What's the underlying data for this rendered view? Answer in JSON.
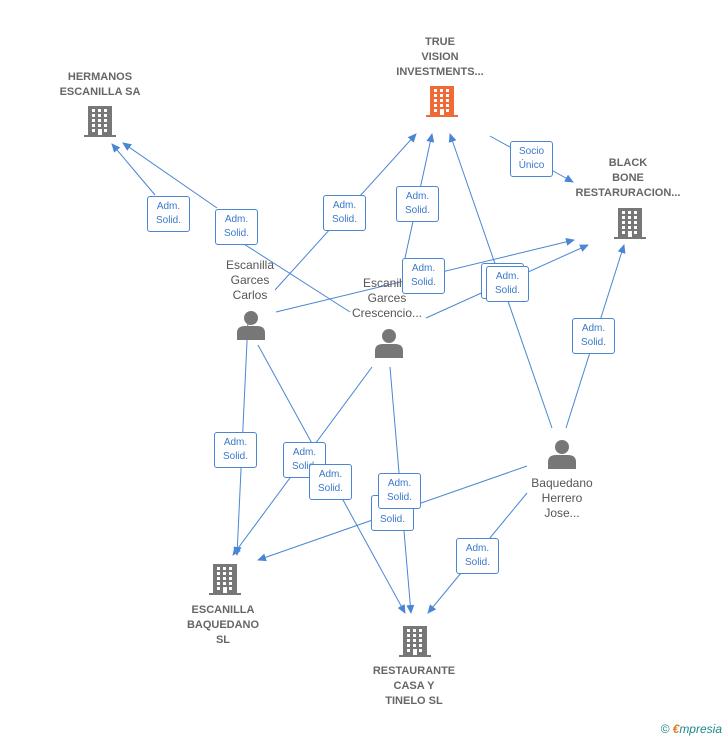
{
  "colors": {
    "edge": "#4a86d4",
    "icon": "#777777",
    "highlight": "#f06a35"
  },
  "nodes": {
    "true_vision": {
      "lines": [
        "TRUE",
        "VISION",
        "INVESTMENTS..."
      ],
      "type": "company",
      "highlight": true
    },
    "hermanos": {
      "lines": [
        "HERMANOS",
        "ESCANILLA SA"
      ],
      "type": "company"
    },
    "black_bone": {
      "lines": [
        "BLACK",
        "BONE",
        "RESTARURACION..."
      ],
      "type": "company"
    },
    "escanilla_carlos": {
      "lines": [
        "Escanilla",
        "Garces",
        "Carlos"
      ],
      "type": "person"
    },
    "escanilla_crescencio": {
      "lines": [
        "Escanilla",
        "Garces",
        "Crescencio..."
      ],
      "type": "person"
    },
    "baquedano": {
      "lines": [
        "Baquedano",
        "Herrero",
        "Jose..."
      ],
      "type": "person"
    },
    "escanilla_baquedano": {
      "lines": [
        "ESCANILLA",
        "BAQUEDANO",
        "SL"
      ],
      "type": "company"
    },
    "restaurante": {
      "lines": [
        "RESTAURANTE",
        "CASA Y",
        "TINELO  SL"
      ],
      "type": "company"
    }
  },
  "edge_labels": {
    "socio_unico": [
      "Socio",
      "Único"
    ],
    "adm_solid": [
      "Adm.",
      "Solid."
    ]
  },
  "footer": {
    "copyright": "©",
    "brand_first": "€",
    "brand_rest": "mpresia"
  }
}
